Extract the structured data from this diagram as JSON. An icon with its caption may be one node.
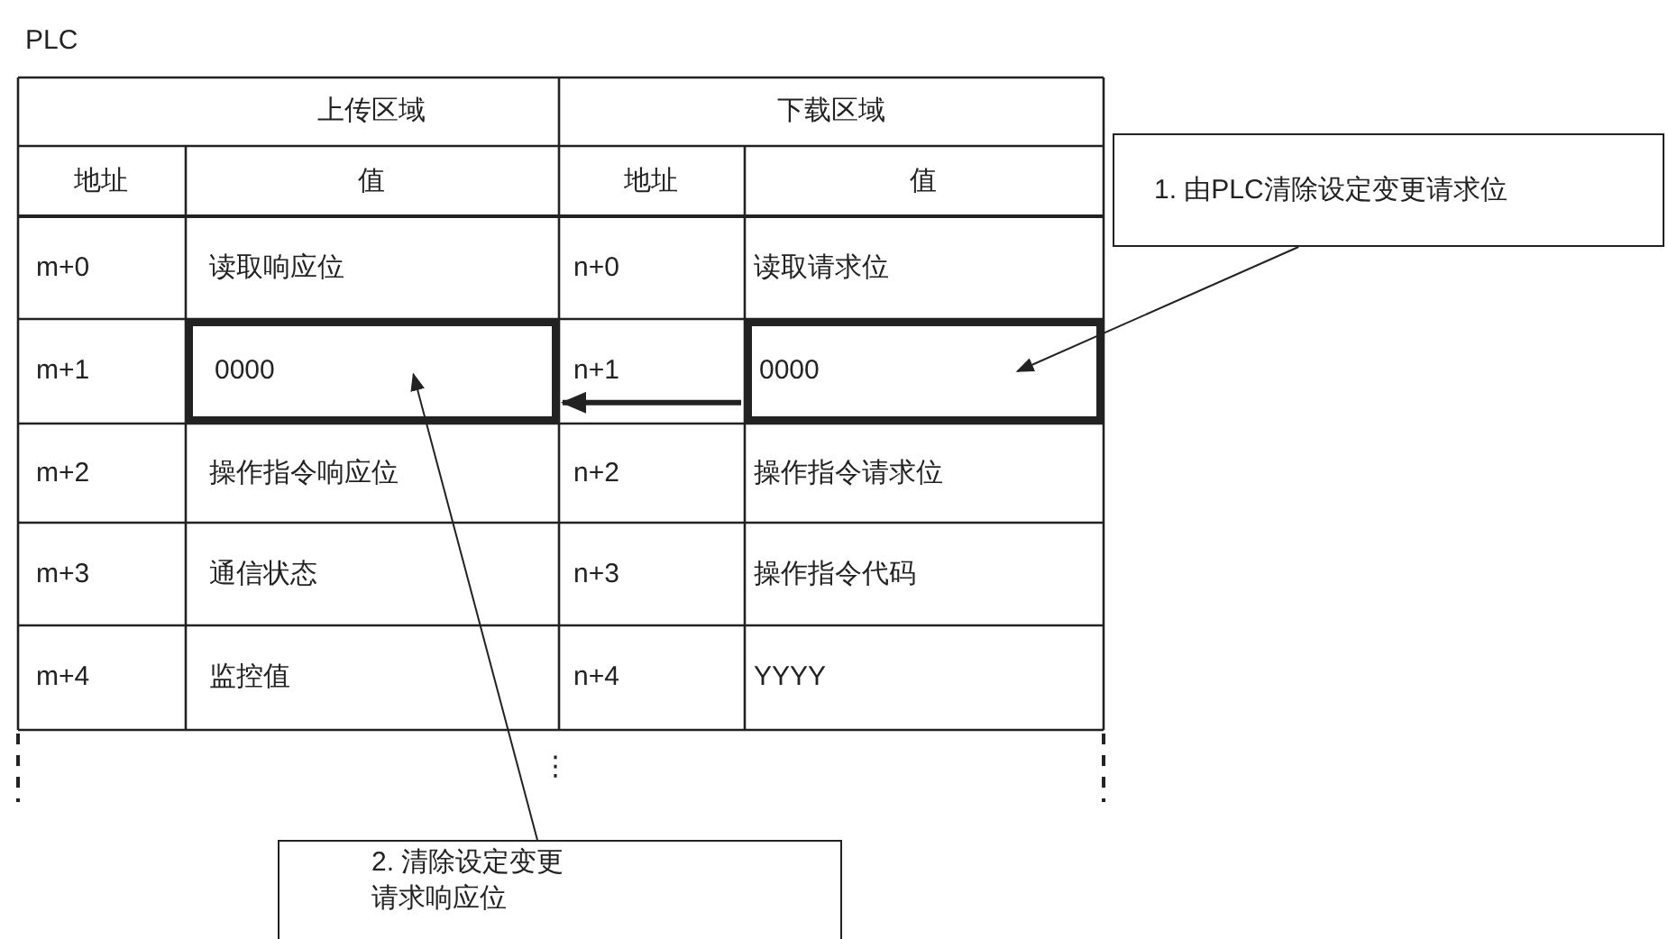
{
  "diagram": {
    "nodes": [
      {
        "text": [
          "0000"
        ]
      },
      {
        "text": [
          "0000"
        ]
      },
      {
        "text": [
          "1. 由PLC清除设定变更请求位"
        ]
      },
      {
        "text": [
          "2. 清除设定变更请求响应位"
        ]
      }
    ],
    "edges": [
      {
        "from": 1,
        "to": 0,
        "arrow": "to",
        "style": "thick"
      },
      {
        "from": 2,
        "to": 1,
        "arrow": "to"
      },
      {
        "from": 3,
        "to": 0,
        "arrow": "to"
      }
    ],
    "labels": [
      "PLC",
      "上传区域",
      "下载区域",
      "地址",
      "值",
      "地址",
      "值",
      "m+0",
      "读取响应位",
      "n+0",
      "读取请求位",
      "m+1",
      "n+1",
      "m+2",
      "操作指令响应位",
      "n+2",
      "操作指令请求位",
      "m+3",
      "通信状态",
      "n+3",
      "操作指令代码",
      "m+4",
      "监控值",
      "n+4",
      "YYYY",
      "⋮"
    ]
  }
}
